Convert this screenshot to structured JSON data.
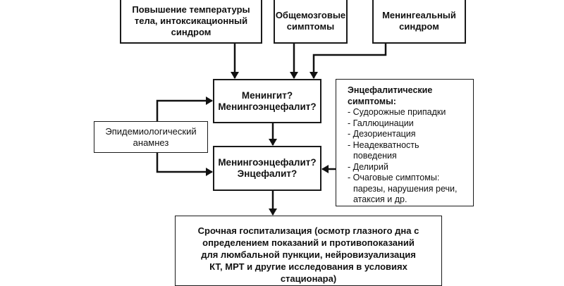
{
  "diagram": {
    "top_boxes": {
      "temperature": "Повышение температуры\nтела, интоксикационный\nсиндром",
      "cerebral": "Общемозговые\nсимптомы",
      "meningeal": "Менингеальный\nсиндром"
    },
    "question_box_1": "Менингит?\nМенингоэнцефалит?",
    "question_box_2": "Менингоэнцефалит?\nЭнцефалит?",
    "epidemiology": "Эпидемиологический\nанамнез",
    "encephalitic": {
      "title": "Энцефалитические\nсимптомы:",
      "items": [
        "- Судорожные припадки",
        "- Галлюцинации",
        "- Дезориентация",
        "- Неадекватность",
        "поведения",
        "- Делирий",
        "- Очаговые симптомы:",
        "парезы, нарушения речи,",
        "атаксия и др."
      ]
    },
    "hospitalization": "Срочная госпитализация (осмотр глазного дна с\nопределением показаний и противопоказаний\nдля люмбальной пункции, нейровизуализация\nКТ, МРТ и другие исследования в условиях\nстационара)"
  }
}
